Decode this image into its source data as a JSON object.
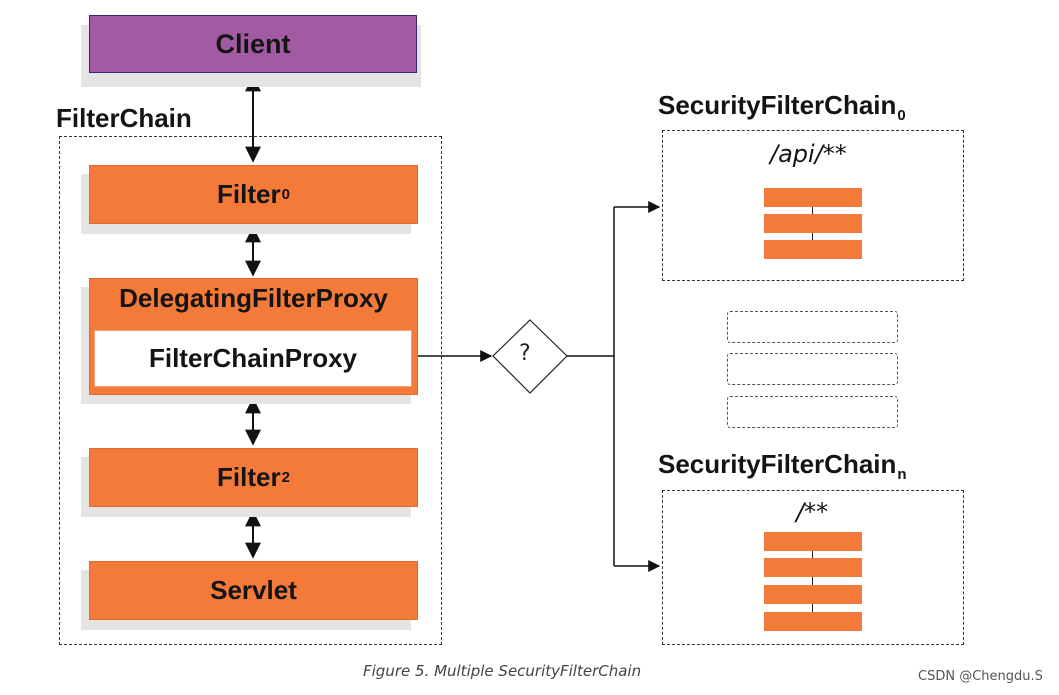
{
  "client": {
    "label": "Client"
  },
  "filter_chain": {
    "title": "FilterChain",
    "filter0": {
      "label": "Filter",
      "sub": "0"
    },
    "delegating_proxy": {
      "label": "DelegatingFilterProxy"
    },
    "filter_chain_proxy": {
      "label": "FilterChainProxy"
    },
    "filter2": {
      "label": "Filter",
      "sub": "2"
    },
    "servlet": {
      "label": "Servlet"
    }
  },
  "decision": {
    "label": "?"
  },
  "security_chain_0": {
    "title": "SecurityFilterChain",
    "sub": "0",
    "pattern": "/api/**",
    "filter_count": 3
  },
  "security_chain_n": {
    "title": "SecurityFilterChain",
    "sub": "n",
    "pattern": "/**",
    "filter_count": 4
  },
  "caption": "Figure 5. Multiple SecurityFilterChain",
  "watermark": "CSDN @Chengdu.S",
  "colors": {
    "client": "#a25aa3",
    "filter": "#f47a3a",
    "border": "#333333"
  }
}
